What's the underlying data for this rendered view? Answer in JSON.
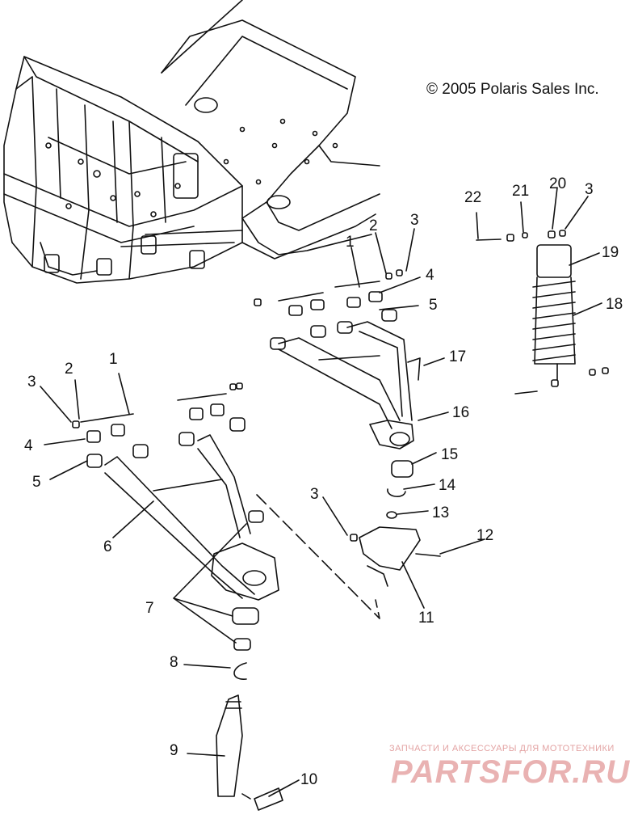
{
  "copyright": "© 2005 Polaris Sales Inc.",
  "watermark": {
    "tagline": "ЗАПЧАСТИ И АКСЕССУАРЫ ДЛЯ МОТОТЕХНИКИ",
    "logo": "PARTSFOR.RU",
    "color": "#e9b2b2"
  },
  "callouts": {
    "c1a": "1",
    "c1b": "1",
    "c2a": "2",
    "c2b": "2",
    "c3a": "3",
    "c3b": "3",
    "c3c": "3",
    "c3d": "3",
    "c4a": "4",
    "c4b": "4",
    "c5a": "5",
    "c5b": "5",
    "c6": "6",
    "c7": "7",
    "c8": "8",
    "c9": "9",
    "c10": "10",
    "c11": "11",
    "c12": "12",
    "c13": "13",
    "c14": "14",
    "c15": "15",
    "c16": "16",
    "c17": "17",
    "c18": "18",
    "c19": "19",
    "c20": "20",
    "c21": "21",
    "c22": "22"
  }
}
